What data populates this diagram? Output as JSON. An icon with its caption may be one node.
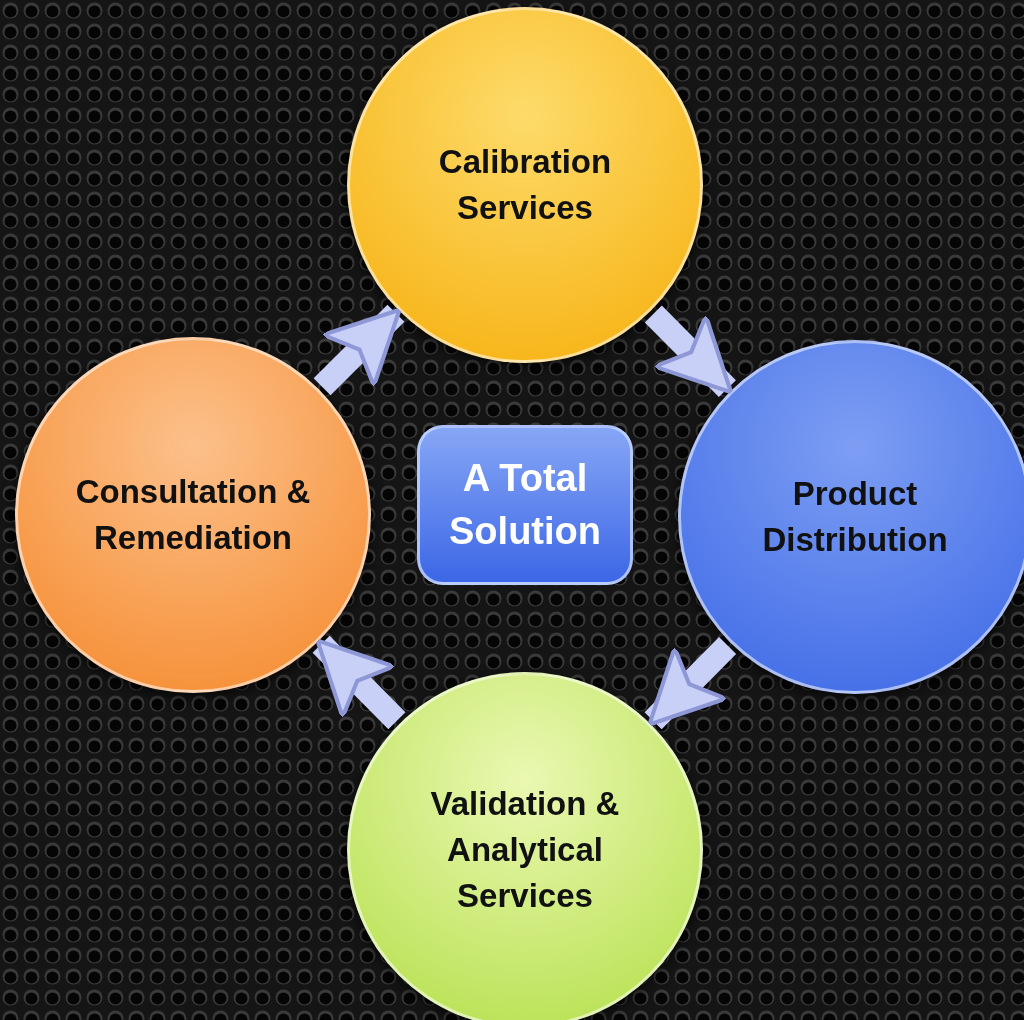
{
  "diagram": {
    "nodes": [
      {
        "text": [
          "Calibration Services"
        ]
      },
      {
        "text": [
          "Consultation & Remediation"
        ]
      },
      {
        "text": [
          "A Total Solution"
        ]
      },
      {
        "text": [
          "Product Distribution"
        ]
      },
      {
        "text": [
          "Validation & Analytical Services"
        ]
      }
    ],
    "edges": [
      {
        "from": 1,
        "to": 0,
        "arrow": "to"
      },
      {
        "from": 0,
        "to": 3,
        "arrow": "to"
      },
      {
        "from": 3,
        "to": 4,
        "arrow": "to"
      },
      {
        "from": 4,
        "to": 1,
        "arrow": "to"
      }
    ]
  }
}
